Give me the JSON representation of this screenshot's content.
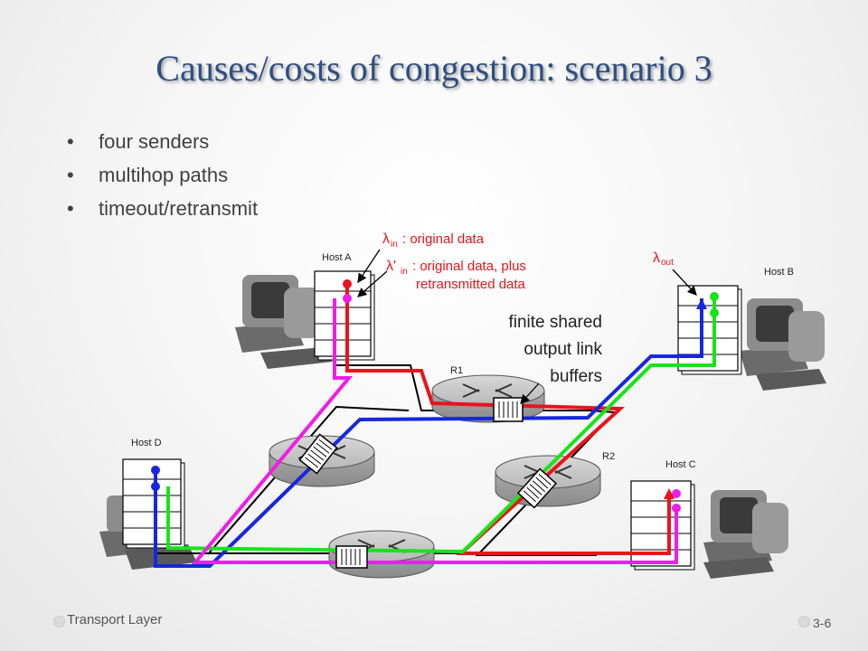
{
  "slide": {
    "title": "Causes/costs of congestion: scenario 3",
    "bullets": [
      "four senders",
      "multihop paths",
      "timeout/retransmit"
    ]
  },
  "diagram": {
    "hosts": {
      "a": "Host A",
      "b": "Host B",
      "c": "Host C",
      "d": "Host D"
    },
    "routers": {
      "r1": "R1",
      "r2": "R2"
    },
    "labels": {
      "lambda_symbol": "λ",
      "lambda_prime_symbol": "λ'",
      "in_sub": "in",
      "out_sub": "out",
      "lambda_in_text": ": original data",
      "lambda_prime_in_text_1": ": original data, plus",
      "lambda_prime_in_text_2": "retransmitted data",
      "buffers_1": "finite shared",
      "buffers_2": "output link",
      "buffers_3": "buffers"
    },
    "path_colors": {
      "red": "#e8141c",
      "blue": "#1726e0",
      "green": "#19e319",
      "magenta": "#ee1ee8",
      "label_red": "#e8141c"
    }
  },
  "footer": {
    "left": "Transport Layer",
    "right": "3-6"
  }
}
